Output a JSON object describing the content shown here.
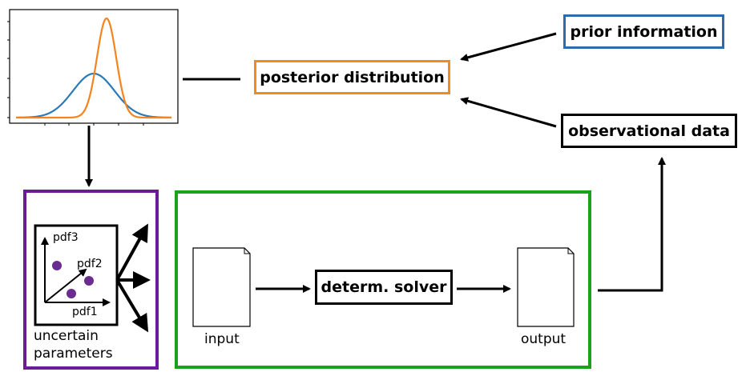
{
  "nodes": {
    "prior": "prior information",
    "posterior": "posterior distribution",
    "observational": "observational data",
    "solver": "determ. solver",
    "input": "input",
    "output": "output",
    "uncertain_line1": "uncertain",
    "uncertain_line2": "parameters"
  },
  "axes_labels": {
    "pdf1": "pdf1",
    "pdf2": "pdf2",
    "pdf3": "pdf3"
  },
  "colors": {
    "prior_border": "#2b6cb0",
    "posterior_border": "#f28a24",
    "uncertain_box": "#6a1b9a",
    "solver_box": "#1aa31a",
    "dots": "#6a2c91",
    "curve_wide": "#2a7ab8",
    "curve_narrow": "#f5841f"
  }
}
